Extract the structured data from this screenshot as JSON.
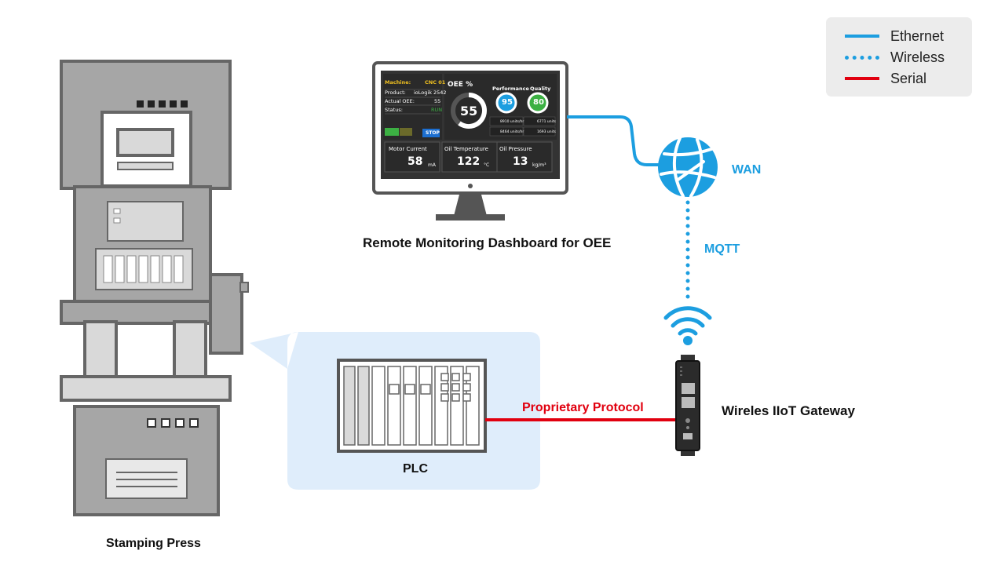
{
  "legend": {
    "items": [
      {
        "label": "Ethernet",
        "color": "#1c9ee0",
        "style": "solid"
      },
      {
        "label": "Wireless",
        "color": "#1c9ee0",
        "style": "dotted"
      },
      {
        "label": "Serial",
        "color": "#e1000f",
        "style": "solid"
      }
    ]
  },
  "labels": {
    "dashboard": "Remote Monitoring Dashboard for OEE",
    "wan": "WAN",
    "mqtt": "MQTT",
    "gateway": "Wireles IIoT Gateway",
    "protocol": "Proprietary Protocol",
    "plc": "PLC",
    "press": "Stamping Press"
  },
  "dashboard_screen": {
    "machine_label": "Machine:",
    "machine_value": "CNC 01",
    "product_label": "Product:",
    "product_value": "ioLogik 2542",
    "oee_label": "Actual OEE:",
    "oee_value": "55",
    "status_label": "Status:",
    "status_value": "RUN",
    "stop_button": "STOP",
    "oee_title": "OEE %",
    "oee_gauge": "55",
    "performance_label": "Performance",
    "performance_value": "95",
    "quality_label": "Quality",
    "quality_value": "80",
    "perf_units_1": "8910 units/hr",
    "perf_units_2": "8464 units/hr",
    "quality_units_1": "6771 units",
    "quality_units_2": "1693 units",
    "motor_current_label": "Motor Current",
    "motor_current_value": "58",
    "motor_current_unit": "mA",
    "oil_temp_label": "Oil Temperature",
    "oil_temp_value": "122",
    "oil_temp_unit": "°C",
    "oil_pressure_label": "Oil Pressure",
    "oil_pressure_value": "13",
    "oil_pressure_unit": "kg/m³"
  },
  "colors": {
    "ethernet": "#1c9ee0",
    "serial": "#e1000f",
    "machine_gray": "#a6a6a6",
    "outline": "#666666",
    "plc_bubble": "#dfedfb"
  }
}
